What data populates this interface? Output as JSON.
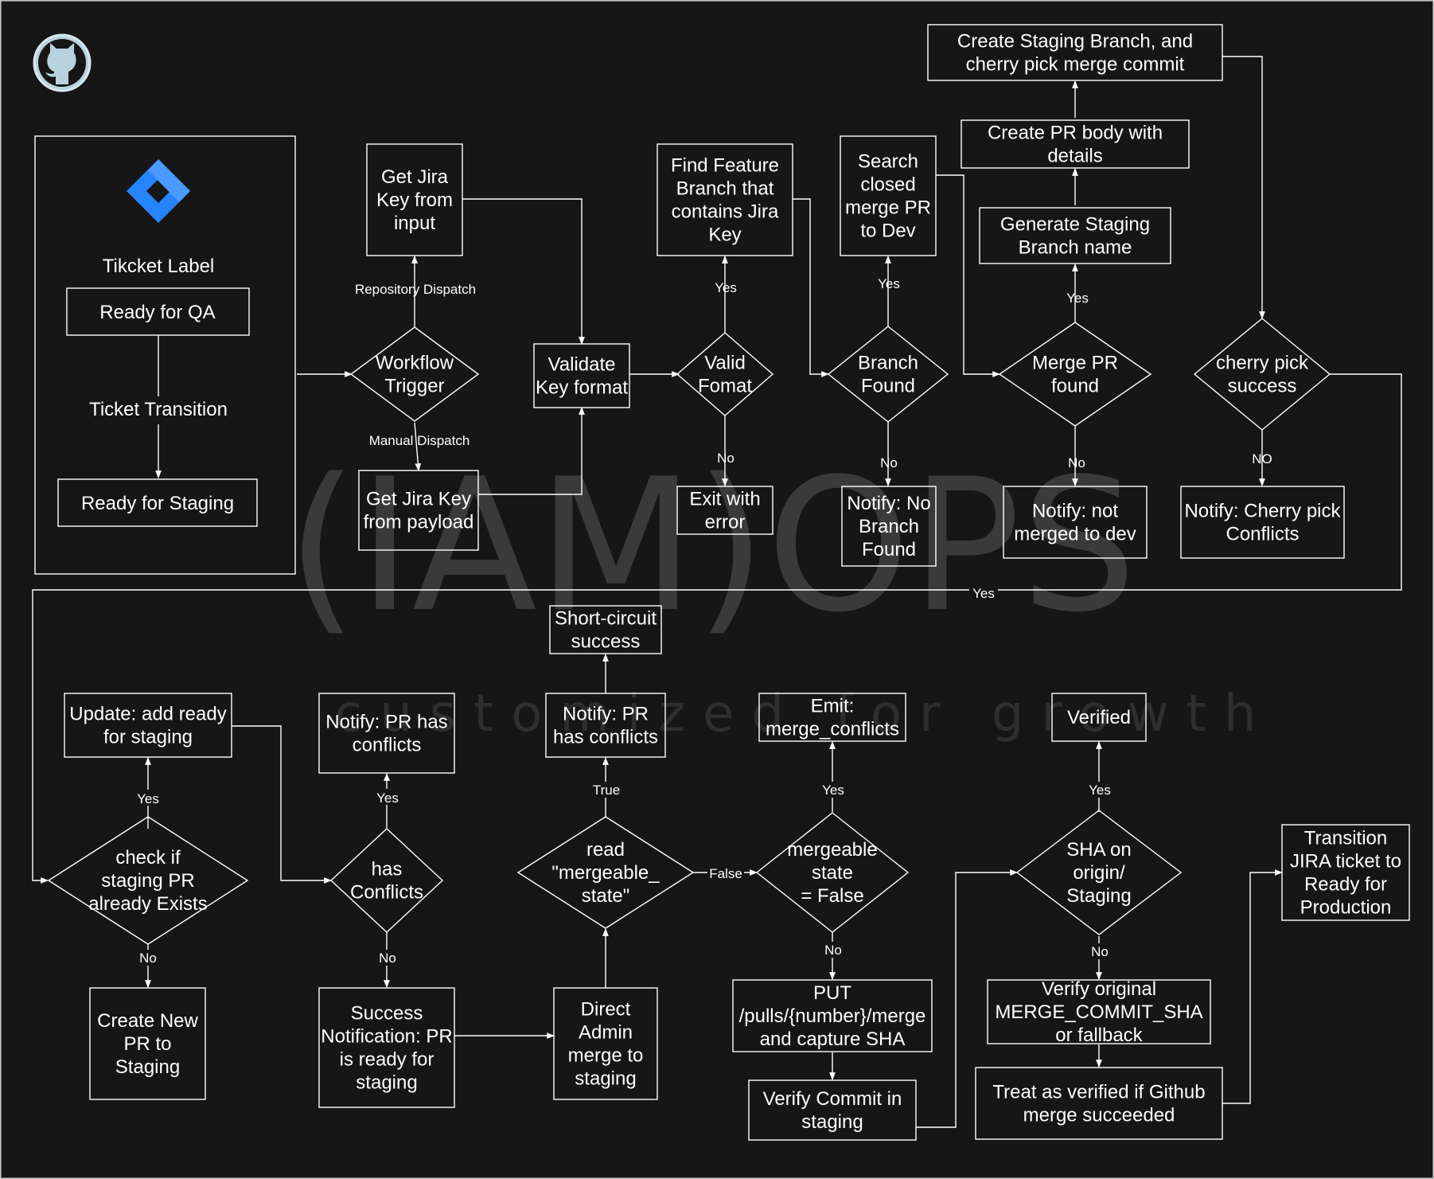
{
  "watermark": {
    "main": "(IAM)OPS",
    "tagline": "customized for growth"
  },
  "icons": [
    "github-icon",
    "jira-icon"
  ],
  "colors": {
    "background": "#161616",
    "stroke": "#ffffff",
    "jira_blue": "#2684ff",
    "github_bg": "#b8d2dd"
  },
  "jira_panel": {
    "title": "Tikcket Label",
    "ready_qa": "Ready for QA",
    "transition": "Ticket Transition",
    "ready_staging": "Ready for Staging"
  },
  "nodes": [
    {
      "id": "get-jira-key-input",
      "text": [
        "Get Jira",
        "Key from",
        "input"
      ]
    },
    {
      "id": "workflow-trigger",
      "text": [
        "Workflow",
        "Trigger"
      ]
    },
    {
      "id": "get-jira-key-payload",
      "text": [
        "Get Jira Key",
        "from payload"
      ]
    },
    {
      "id": "validate-key-format",
      "text": [
        "Validate",
        "Key format"
      ]
    },
    {
      "id": "valid-format",
      "text": [
        "Valid",
        "Fomat"
      ]
    },
    {
      "id": "find-feature-branch",
      "text": [
        "Find Feature",
        "Branch that",
        "contains Jira",
        "Key"
      ]
    },
    {
      "id": "exit-with-error",
      "text": [
        "Exit with",
        "error"
      ]
    },
    {
      "id": "search-closed-merge-pr",
      "text": [
        "Search",
        "closed",
        "merge PR",
        "to Dev"
      ]
    },
    {
      "id": "branch-found",
      "text": [
        "Branch",
        "Found"
      ]
    },
    {
      "id": "notify-no-branch",
      "text": [
        "Notify: No",
        "Branch",
        "Found"
      ]
    },
    {
      "id": "create-staging-branch",
      "text": [
        "Create Staging Branch, and",
        "cherry pick merge commit"
      ]
    },
    {
      "id": "create-pr-body",
      "text": [
        "Create PR body with",
        "details"
      ]
    },
    {
      "id": "generate-staging-branch-name",
      "text": [
        "Generate Staging",
        "Branch name"
      ]
    },
    {
      "id": "merge-pr-found",
      "text": [
        "Merge PR",
        "found"
      ]
    },
    {
      "id": "notify-not-merged",
      "text": [
        "Notify: not",
        "merged to dev"
      ]
    },
    {
      "id": "cherry-pick-success",
      "text": [
        "cherry pick",
        "success"
      ]
    },
    {
      "id": "notify-cherry-pick-conflicts",
      "text": [
        "Notify: Cherry pick",
        "Conflicts"
      ]
    },
    {
      "id": "update-ready-for-staging",
      "text": [
        "Update: add ready",
        "for staging"
      ]
    },
    {
      "id": "check-staging-pr",
      "text": [
        "check if",
        "staging PR",
        "already Exists"
      ]
    },
    {
      "id": "create-new-pr",
      "text": [
        "Create New",
        "PR to",
        "Staging"
      ]
    },
    {
      "id": "notify-pr-conflicts-1",
      "text": [
        "Notify: PR has",
        "conflicts"
      ]
    },
    {
      "id": "has-conflicts",
      "text": [
        "has",
        "Conflicts"
      ]
    },
    {
      "id": "success-notification",
      "text": [
        "Success",
        "Notification: PR",
        "is ready for",
        "staging"
      ]
    },
    {
      "id": "short-circuit-success",
      "text": [
        "Short-circuit",
        "success"
      ]
    },
    {
      "id": "notify-pr-conflicts-2",
      "text": [
        "Notify: PR",
        "has conflicts"
      ]
    },
    {
      "id": "read-mergeable-state",
      "text": [
        "read",
        "\"mergeable_",
        "state\""
      ]
    },
    {
      "id": "direct-admin-merge",
      "text": [
        "Direct",
        "Admin",
        "merge to",
        "staging"
      ]
    },
    {
      "id": "emit-merge-conflicts",
      "text": [
        "Emit:",
        "merge_conflicts"
      ]
    },
    {
      "id": "mergeable-state-false",
      "text": [
        "mergeable",
        "state",
        "= False"
      ]
    },
    {
      "id": "put-pulls-merge",
      "text": [
        "PUT",
        "/pulls/{number}/merge",
        "and capture SHA"
      ]
    },
    {
      "id": "verify-commit-staging",
      "text": [
        "Verify Commit in",
        "staging"
      ]
    },
    {
      "id": "verified",
      "text": [
        "Verified"
      ]
    },
    {
      "id": "sha-on-origin-staging",
      "text": [
        "SHA on",
        "origin/",
        "Staging"
      ]
    },
    {
      "id": "verify-original-sha",
      "text": [
        "Verify original",
        "MERGE_COMMIT_SHA",
        "or fallback"
      ]
    },
    {
      "id": "treat-as-verified",
      "text": [
        "Treat as verified if Github",
        "merge succeeded"
      ]
    },
    {
      "id": "transition-jira-production",
      "text": [
        "Transition",
        "JIRA ticket to",
        "Ready for",
        "Production"
      ]
    }
  ],
  "edge_labels": {
    "repository_dispatch": "Repository Dispatch",
    "manual_dispatch": "Manual Dispatch",
    "yes": "Yes",
    "no": "No",
    "no_caps": "NO",
    "true": "True",
    "false": "False"
  }
}
